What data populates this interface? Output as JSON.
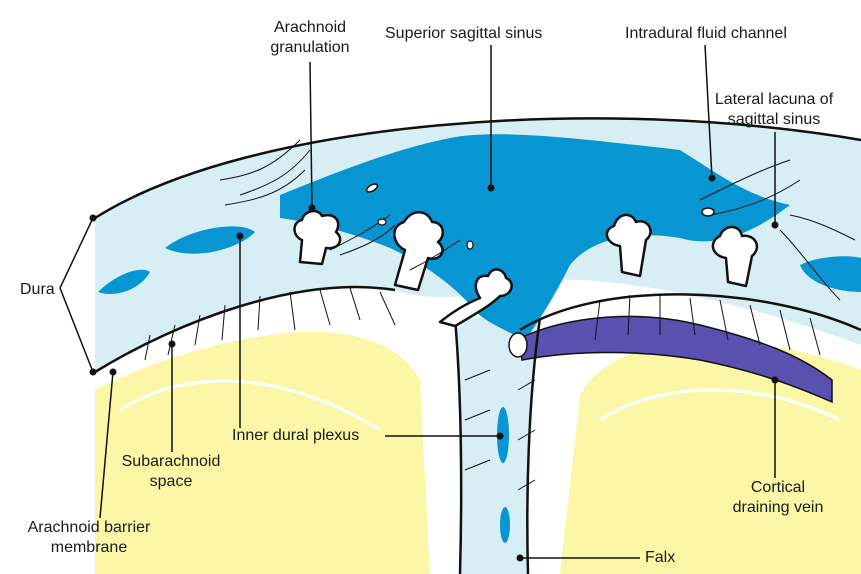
{
  "labels": {
    "arachnoid_granulation": [
      "Arachnoid",
      "granulation"
    ],
    "superior_sagittal_sinus": "Superior sagittal sinus",
    "intradural_fluid_channel": "Intradural fluid channel",
    "lateral_lacuna": [
      "Lateral lacuna of",
      "sagittal sinus"
    ],
    "dura": "Dura",
    "inner_dural_plexus": "Inner dural plexus",
    "subarachnoid_space": [
      "Subarachnoid",
      "space"
    ],
    "cortical_draining_vein": [
      "Cortical",
      "draining vein"
    ],
    "arachnoid_barrier_membrane": [
      "Arachnoid barrier",
      "membrane"
    ],
    "falx": "Falx"
  },
  "colors": {
    "dura": "#d6eef4",
    "sinus": "#0896d2",
    "brain": "#fbf7a6",
    "vein": "#5b4fb0",
    "line": "#111111"
  }
}
